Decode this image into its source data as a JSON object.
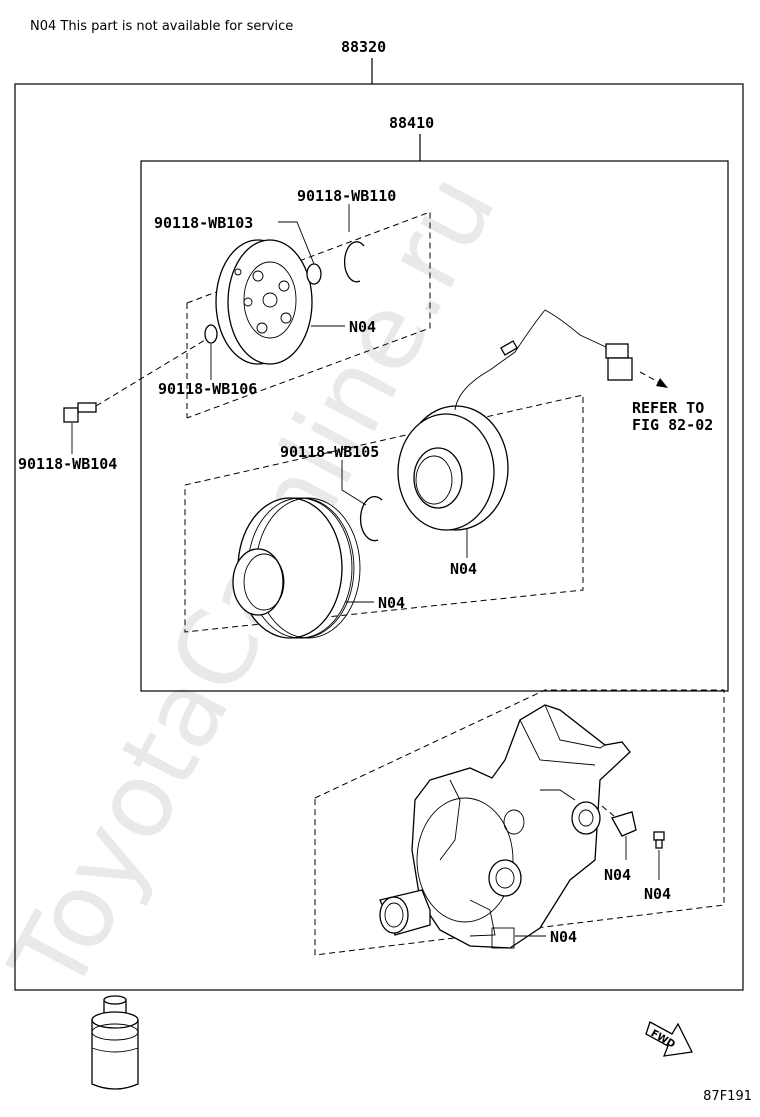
{
  "note": "N04 This part is not available for service",
  "figure_id": "87F191",
  "watermark": "ToyotaCamline.ru",
  "fwd_label": "FWD",
  "labels": {
    "assembly": "88320",
    "clutch_assembly": "88410",
    "snap_ring_top": "90118-WB110",
    "shim": "90118-WB103",
    "washer": "90118-WB106",
    "bolt": "90118-WB104",
    "snap_ring_mid": "90118-WB105",
    "pressure_plate": "N04",
    "stator": "N04",
    "pulley": "N04",
    "bracket": "N04",
    "screw": "N04",
    "compressor_body": "N04"
  },
  "refer_line1": "REFER TO",
  "refer_line2": "FIG 82-02"
}
